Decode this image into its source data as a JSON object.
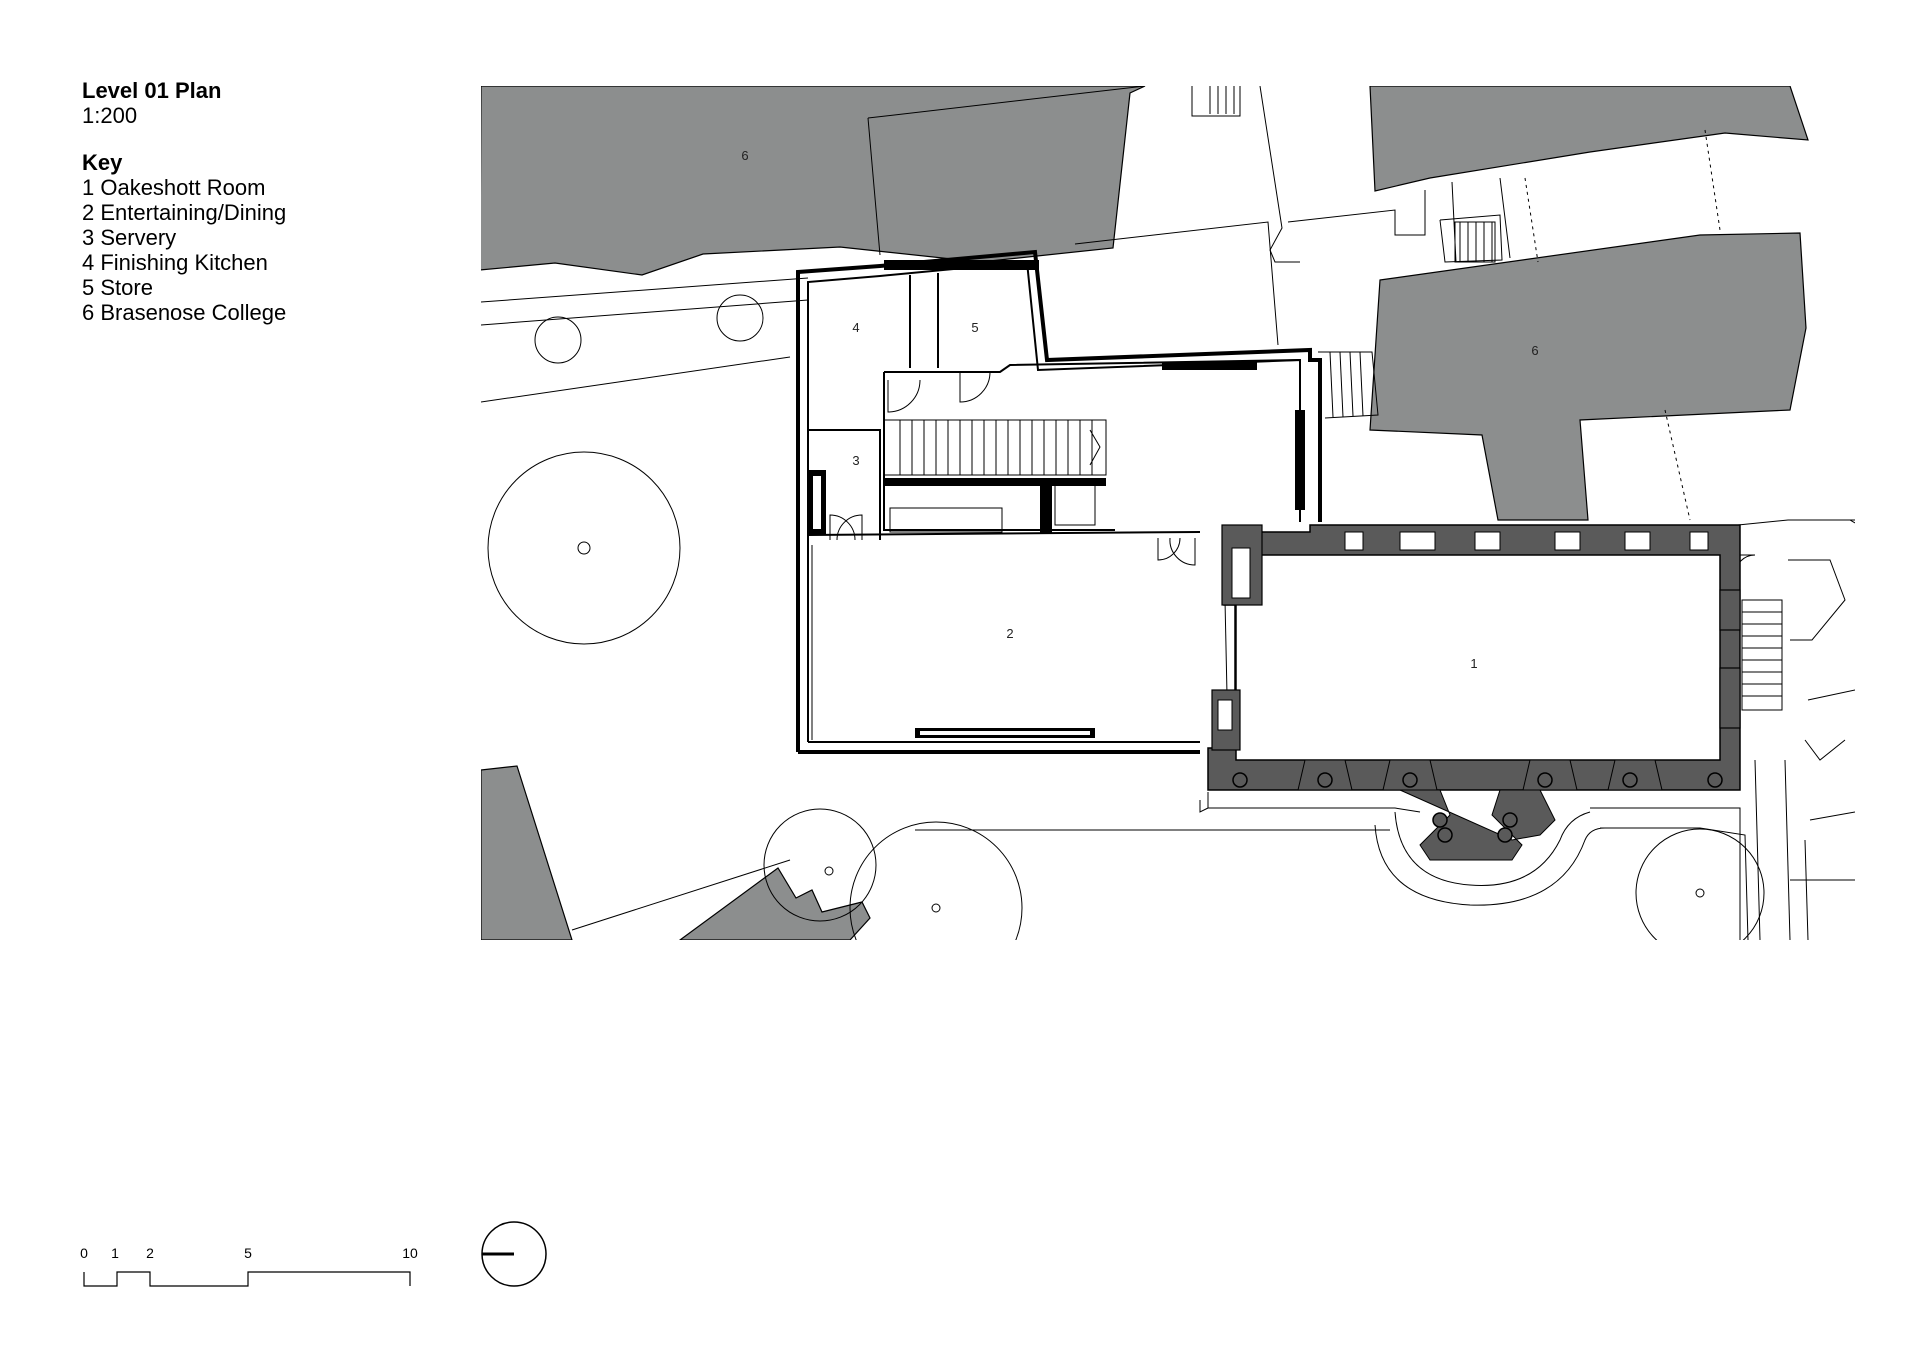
{
  "legend": {
    "title": "Level 01 Plan",
    "scale": "1:200",
    "key_title": "Key",
    "items": [
      "1 Oakeshott Room",
      "2 Entertaining/Dining",
      "3 Servery",
      "4 Finishing Kitchen",
      "5 Store",
      "6 Brasenose College"
    ]
  },
  "plan_labels": {
    "oakeshott": "1",
    "dining": "2",
    "servery": "3",
    "kitchen": "4",
    "store": "5",
    "brasenose_a": "6",
    "brasenose_b": "6"
  },
  "scale_bar": {
    "ticks": [
      "0",
      "1",
      "2",
      "5",
      "10"
    ]
  },
  "colors": {
    "neighbour_fill": "#8c8e8e",
    "wall_fill": "#5a5a5a",
    "line": "#000000"
  }
}
